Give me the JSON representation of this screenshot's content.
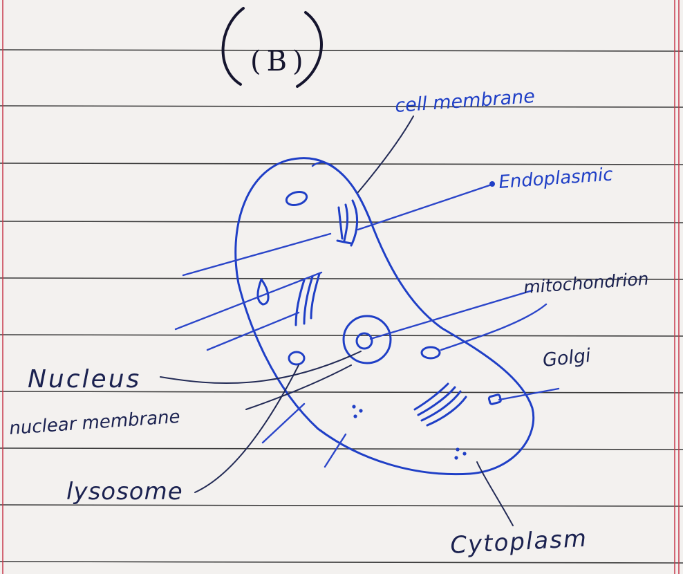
{
  "diagram": {
    "title": "(B)",
    "labels": {
      "cell_membrane": "cell membrane",
      "endoplasmic": "Endoplasmic",
      "mitochondrion": "mitochondrion",
      "golgi": "Golgi",
      "nucleus": "Nucleus",
      "nuclear_membrane": "nuclear membrane",
      "lysosome": "lysosome",
      "cytoplasm": "Cytoplasm"
    }
  },
  "colors": {
    "paper": "#f3f1ef",
    "rule_line": "#3a3a3a",
    "margin_line": "#c8394b",
    "ink_blue": "#1f3fc6",
    "ink_dark": "#1b2250"
  }
}
